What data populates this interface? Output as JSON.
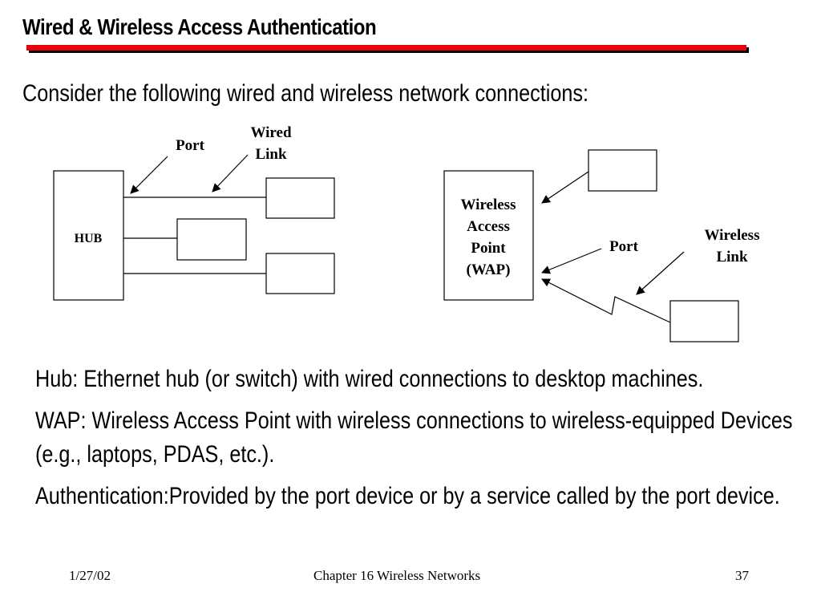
{
  "slide": {
    "title": "Wired & Wireless Access Authentication",
    "accent_color": "#e8000b",
    "intro": "Consider the following wired and wireless network connections:"
  },
  "diagram": {
    "hub_label": "HUB",
    "wired_port_label": "Port",
    "wired_link_label": [
      "Wired",
      "Link"
    ],
    "wap_label": [
      "Wireless",
      "Access",
      "Point",
      "(WAP)"
    ],
    "wireless_port_label": "Port",
    "wireless_link_label": [
      "Wireless",
      "Link"
    ]
  },
  "bullets": [
    "Hub: Ethernet hub (or switch) with wired connections to desktop machines.",
    "WAP: Wireless Access Point with wireless connections to wireless-equipped Devices (e.g., laptops, PDAS, etc.).",
    "Authentication:Provided by the port device or by a service called by the port device."
  ],
  "footer": {
    "date": "1/27/02",
    "chapter": "Chapter 16 Wireless Networks",
    "page": "37"
  }
}
